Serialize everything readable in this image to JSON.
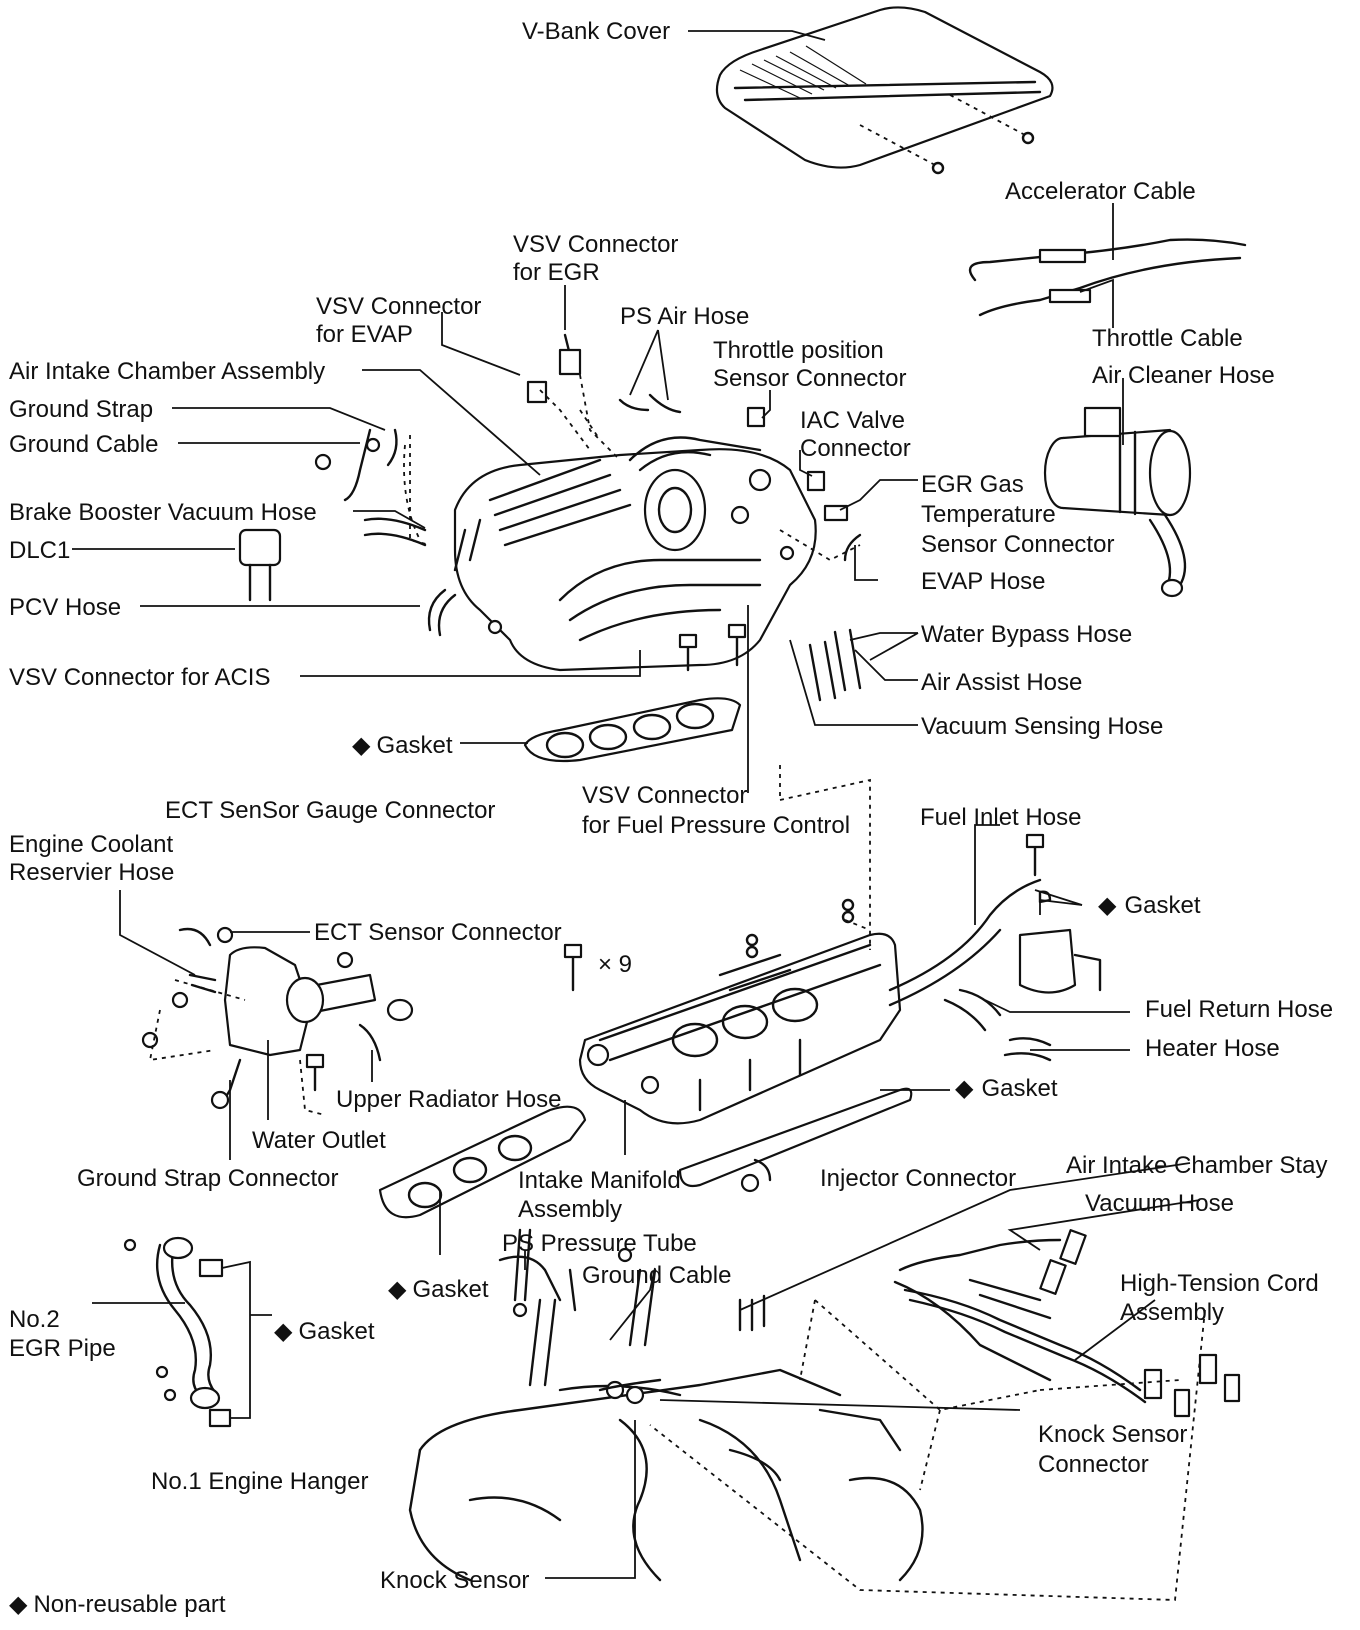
{
  "labels": {
    "v_bank_cover": "V-Bank Cover",
    "accelerator_cable": "Accelerator Cable",
    "throttle_cable": "Throttle Cable",
    "air_cleaner_hose": "Air Cleaner Hose",
    "vsv_egr_1": "VSV Connector",
    "vsv_egr_2": "for EGR",
    "vsv_evap_1": "VSV Connector",
    "vsv_evap_2": "for EVAP",
    "ps_air_hose": "PS Air Hose",
    "tps_1": "Throttle position",
    "tps_2": "Sensor Connector",
    "iac_1": "IAC Valve",
    "iac_2": "Connector",
    "air_intake_chamber": "Air Intake Chamber Assembly",
    "ground_strap_top": "Ground Strap",
    "ground_cable_top": "Ground Cable",
    "egr_temp_1": "EGR Gas",
    "egr_temp_2": "Temperature",
    "egr_temp_3": "Sensor Connector",
    "brake_booster": "Brake Booster Vacuum Hose",
    "dlc1": "DLC1",
    "evap_hose": "EVAP Hose",
    "pcv_hose": "PCV Hose",
    "water_bypass": "Water Bypass Hose",
    "vsv_acis": "VSV Connector for ACIS",
    "air_assist": "Air Assist Hose",
    "vacuum_sensing": "Vacuum Sensing Hose",
    "gasket_upper": "Gasket",
    "ect_gauge": "ECT SenSor Gauge Connector",
    "vsv_fuel_1": "VSV Connector",
    "vsv_fuel_2": "for Fuel Pressure Control",
    "fuel_inlet": "Fuel Inlet Hose",
    "coolant_res_1": "Engine Coolant",
    "coolant_res_2": "Reservier Hose",
    "gasket_fuel": "Gasket",
    "ect_sensor": "ECT Sensor Connector",
    "bolt_count": "× 9",
    "fuel_return": "Fuel Return Hose",
    "heater_hose": "Heater Hose",
    "upper_radiator": "Upper Radiator Hose",
    "gasket_mid": "Gasket",
    "water_outlet": "Water Outlet",
    "ground_strap_conn": "Ground Strap Connector",
    "intake_manifold_1": "Intake Manifold",
    "intake_manifold_2": "Assembly",
    "injector": "Injector Connector",
    "chamber_stay": "Air Intake Chamber Stay",
    "vacuum_hose": "Vacuum Hose",
    "ps_pressure": "PS Pressure Tube",
    "ground_cable_low": "Ground Cable",
    "gasket_low": "Gasket",
    "high_tension_1": "High-Tension Cord",
    "high_tension_2": "Assembly",
    "egr_pipe_1": "No.2",
    "egr_pipe_2": "EGR Pipe",
    "gasket_egr": "Gasket",
    "knock_conn_1": "Knock Sensor",
    "knock_conn_2": "Connector",
    "engine_hanger": "No.1 Engine Hanger",
    "knock_sensor": "Knock Sensor",
    "legend": "Non-reusable part"
  },
  "symbols": {
    "non_reusable": "◆"
  }
}
